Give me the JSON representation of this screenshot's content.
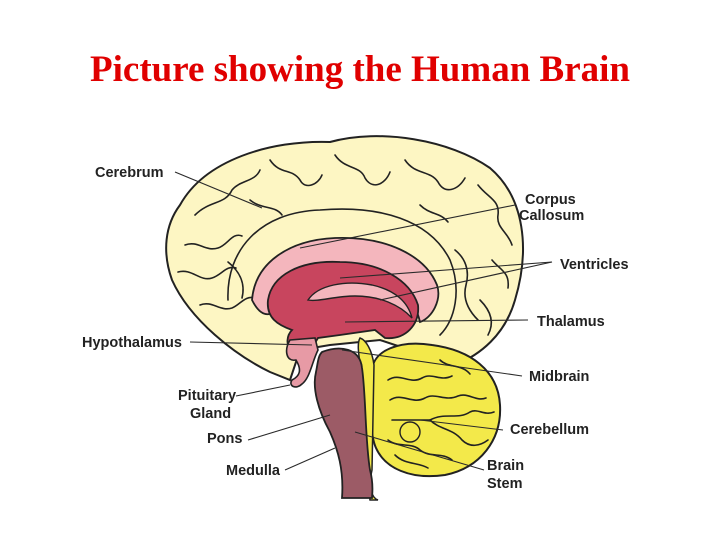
{
  "title": "Picture showing the Human Brain",
  "colors": {
    "title": "#e00000",
    "cerebrum": "#fdf6c3",
    "corpus_callosum": "#f4b6bd",
    "ventricles_thalamus": "#c8455e",
    "brain_stem": "#9c5b66",
    "cerebellum": "#f3e94a",
    "outline": "#222222"
  },
  "labels": {
    "cerebrum": "Cerebrum",
    "corpus_callosum_line1": "Corpus",
    "corpus_callosum_line2": "Callosum",
    "ventricles": "Ventricles",
    "thalamus": "Thalamus",
    "hypothalamus": "Hypothalamus",
    "midbrain": "Midbrain",
    "pituitary_line1": "Pituitary",
    "pituitary_line2": "Gland",
    "cerebellum": "Cerebellum",
    "pons": "Pons",
    "brain_stem_line1": "Brain",
    "brain_stem_line2": "Stem",
    "medulla": "Medulla"
  }
}
